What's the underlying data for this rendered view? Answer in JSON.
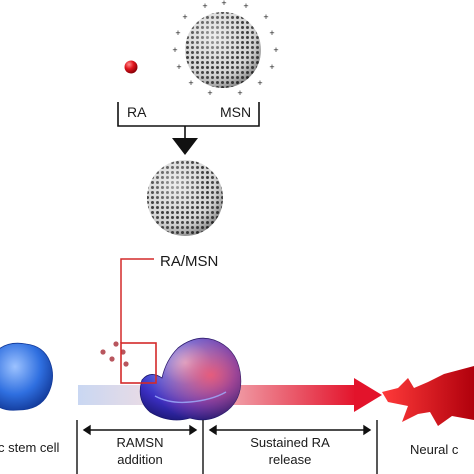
{
  "diagram": {
    "ra_label": "RA",
    "msn_label": "MSN",
    "complex_label": "RA/MSN",
    "stem_cell_label": "c stem cell",
    "step_ramsn_line1": "RAMSN",
    "step_ramsn_line2": "addition",
    "step_release_line1": "Sustained RA",
    "step_release_line2": "release",
    "neural_label": "Neural c",
    "charge_symbol": "+",
    "colors": {
      "ra_particle": "#e0141c",
      "highlight_box": "#d42a2a",
      "arrow_start": "#f3d9dd",
      "arrow_end": "#e3132b",
      "stem_cell": "#2f6fe0",
      "neural_cell": "#d81020",
      "text": "#1a1a1a"
    }
  }
}
